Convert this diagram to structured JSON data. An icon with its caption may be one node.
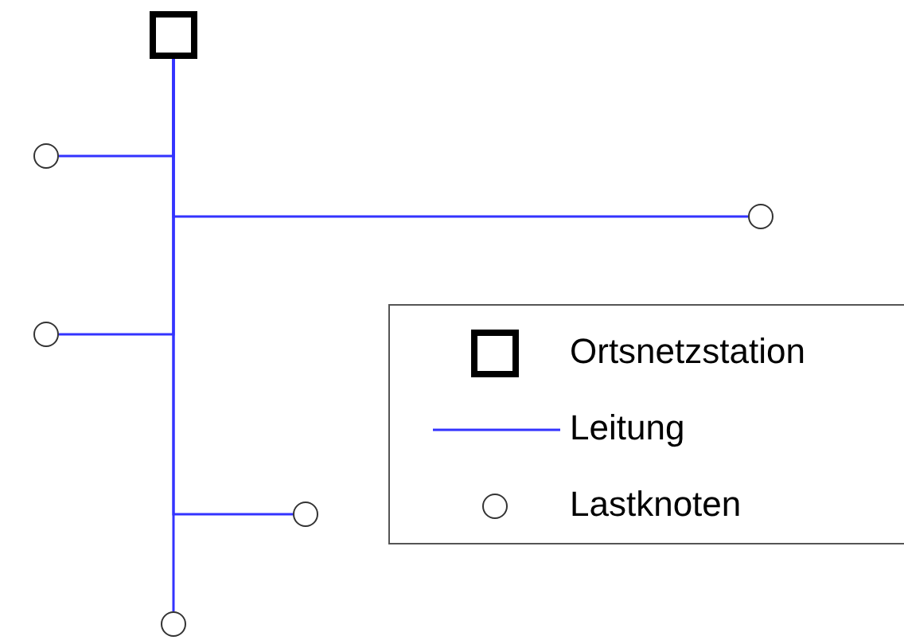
{
  "diagram": {
    "nodes": [
      {
        "text": [],
        "shape": "box"
      },
      {
        "text": [],
        "shape": "circle"
      },
      {
        "text": [],
        "shape": "circle"
      },
      {
        "text": [],
        "shape": "circle"
      },
      {
        "text": [],
        "shape": "circle"
      },
      {
        "text": [],
        "shape": "circle"
      }
    ],
    "edges": [
      {
        "from": 0,
        "to": 1,
        "arrow": "none"
      },
      {
        "from": 0,
        "to": 2,
        "arrow": "none"
      },
      {
        "from": 0,
        "to": 3,
        "arrow": "none"
      },
      {
        "from": 0,
        "to": 4,
        "arrow": "none"
      },
      {
        "from": 0,
        "to": 5,
        "arrow": "none"
      }
    ],
    "legend": [
      {
        "text": "Ortsnetzstation"
      },
      {
        "text": "Leitung"
      },
      {
        "text": "Lastknoten"
      }
    ]
  }
}
